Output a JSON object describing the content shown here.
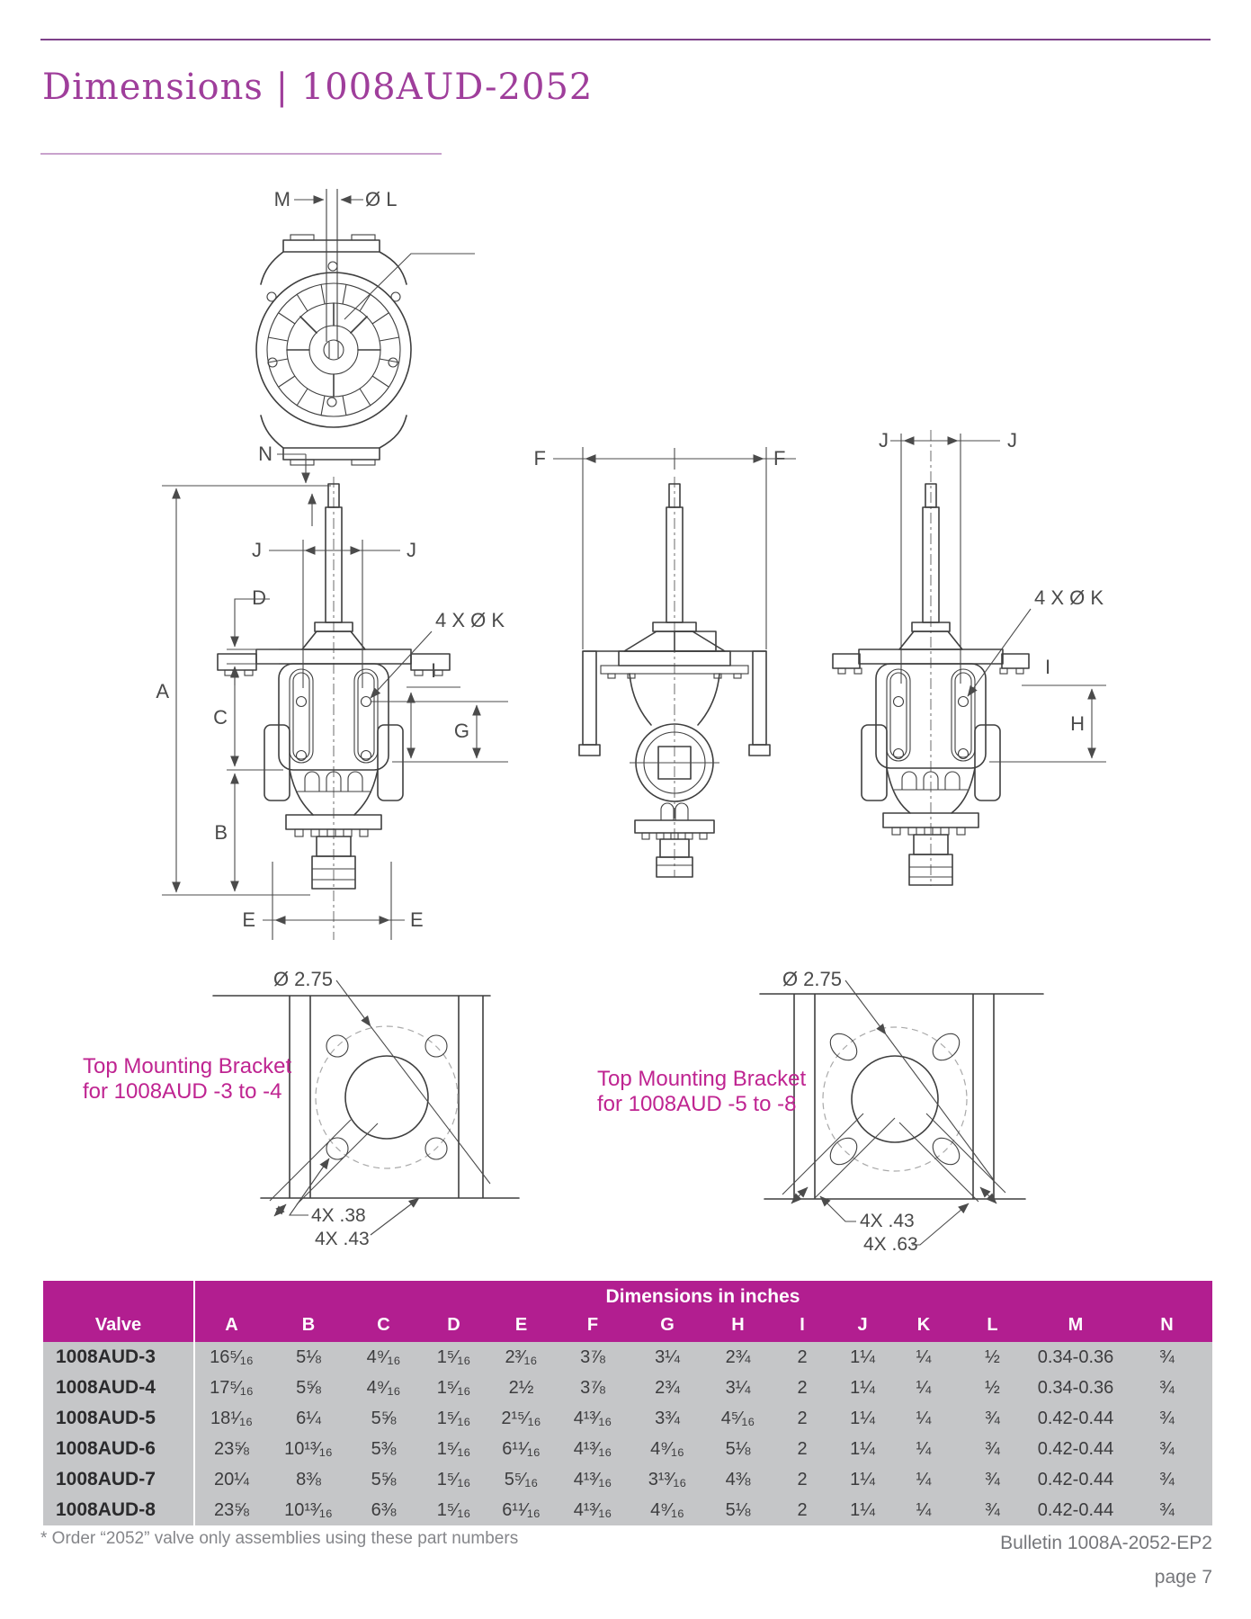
{
  "page": {
    "title": "Dimensions | 1008AUD-2052"
  },
  "colors": {
    "accent": "#b21e90",
    "title_text": "#9f3e9b",
    "caption_text": "#bf2491",
    "line": "#3f3f3f",
    "table_row_bg": "#c5c6c8"
  },
  "drawing": {
    "top_view": {
      "m": "M",
      "dia_l": "Ø L"
    },
    "front_view": {
      "n": "N",
      "j_left": "J",
      "j_right": "J",
      "d": "D",
      "a": "A",
      "c": "C",
      "b": "B",
      "e_left": "E",
      "e_right": "E",
      "k_callout": "4 X Ø K",
      "i": "I",
      "g": "G"
    },
    "side_view": {
      "f_left": "F",
      "f_right": "F"
    },
    "rear_view": {
      "j_left": "J",
      "j_right": "J",
      "k_callout": "4 X Ø K",
      "i": "I",
      "h": "H"
    },
    "bracket_small": {
      "caption_line1": "Top Mounting Bracket",
      "caption_line2": "for 1008AUD -3 to -4",
      "dia": "Ø 2.75",
      "dim1": "4X .38",
      "dim2": "4X .43"
    },
    "bracket_large": {
      "caption_line1": "Top Mounting Bracket",
      "caption_line2": "for 1008AUD -5 to -8",
      "dia": "Ø 2.75",
      "dim1": "4X .43",
      "dim2": "4X .63"
    }
  },
  "table": {
    "span_header": "Dimensions in inches",
    "valve_header": "Valve",
    "columns": [
      "A",
      "B",
      "C",
      "D",
      "E",
      "F",
      "G",
      "H",
      "I",
      "J",
      "K",
      "L",
      "M",
      "N"
    ],
    "rows": [
      {
        "valve": "1008AUD-3",
        "values": [
          "16⁵⁄₁₆",
          "5⅛",
          "4⁹⁄₁₆",
          "1⁵⁄₁₆",
          "2³⁄₁₆",
          "3⅞",
          "3¼",
          "2¾",
          "2",
          "1¼",
          "¼",
          "½",
          "0.34-0.36",
          "¾"
        ]
      },
      {
        "valve": "1008AUD-4",
        "values": [
          "17⁵⁄₁₆",
          "5⅝",
          "4⁹⁄₁₆",
          "1⁵⁄₁₆",
          "2½",
          "3⅞",
          "2¾",
          "3¼",
          "2",
          "1¼",
          "¼",
          "½",
          "0.34-0.36",
          "¾"
        ]
      },
      {
        "valve": "1008AUD-5",
        "values": [
          "18¹⁄₁₆",
          "6¼",
          "5⅝",
          "1⁵⁄₁₆",
          "2¹⁵⁄₁₆",
          "4¹³⁄₁₆",
          "3¾",
          "4⁵⁄₁₆",
          "2",
          "1¼",
          "¼",
          "¾",
          "0.42-0.44",
          "¾"
        ]
      },
      {
        "valve": "1008AUD-6",
        "values": [
          "23⅝",
          "10¹³⁄₁₆",
          "5⅜",
          "1⁵⁄₁₆",
          "6¹¹⁄₁₆",
          "4¹³⁄₁₆",
          "4⁹⁄₁₆",
          "5⅛",
          "2",
          "1¼",
          "¼",
          "¾",
          "0.42-0.44",
          "¾"
        ]
      },
      {
        "valve": "1008AUD-7",
        "values": [
          "20¼",
          "8⅜",
          "5⅝",
          "1⁵⁄₁₆",
          "5⁵⁄₁₆",
          "4¹³⁄₁₆",
          "3¹³⁄₁₆",
          "4⅜",
          "2",
          "1¼",
          "¼",
          "¾",
          "0.42-0.44",
          "¾"
        ]
      },
      {
        "valve": "1008AUD-8",
        "values": [
          "23⅝",
          "10¹³⁄₁₆",
          "6⅜",
          "1⁵⁄₁₆",
          "6¹¹⁄₁₆",
          "4¹³⁄₁₆",
          "4⁹⁄₁₆",
          "5⅛",
          "2",
          "1¼",
          "¼",
          "¾",
          "0.42-0.44",
          "¾"
        ]
      }
    ]
  },
  "footer": {
    "footnote": "* Order “2052” valve only assemblies using these part numbers",
    "bulletin": "Bulletin 1008A-2052-EP2",
    "page": "page 7"
  }
}
